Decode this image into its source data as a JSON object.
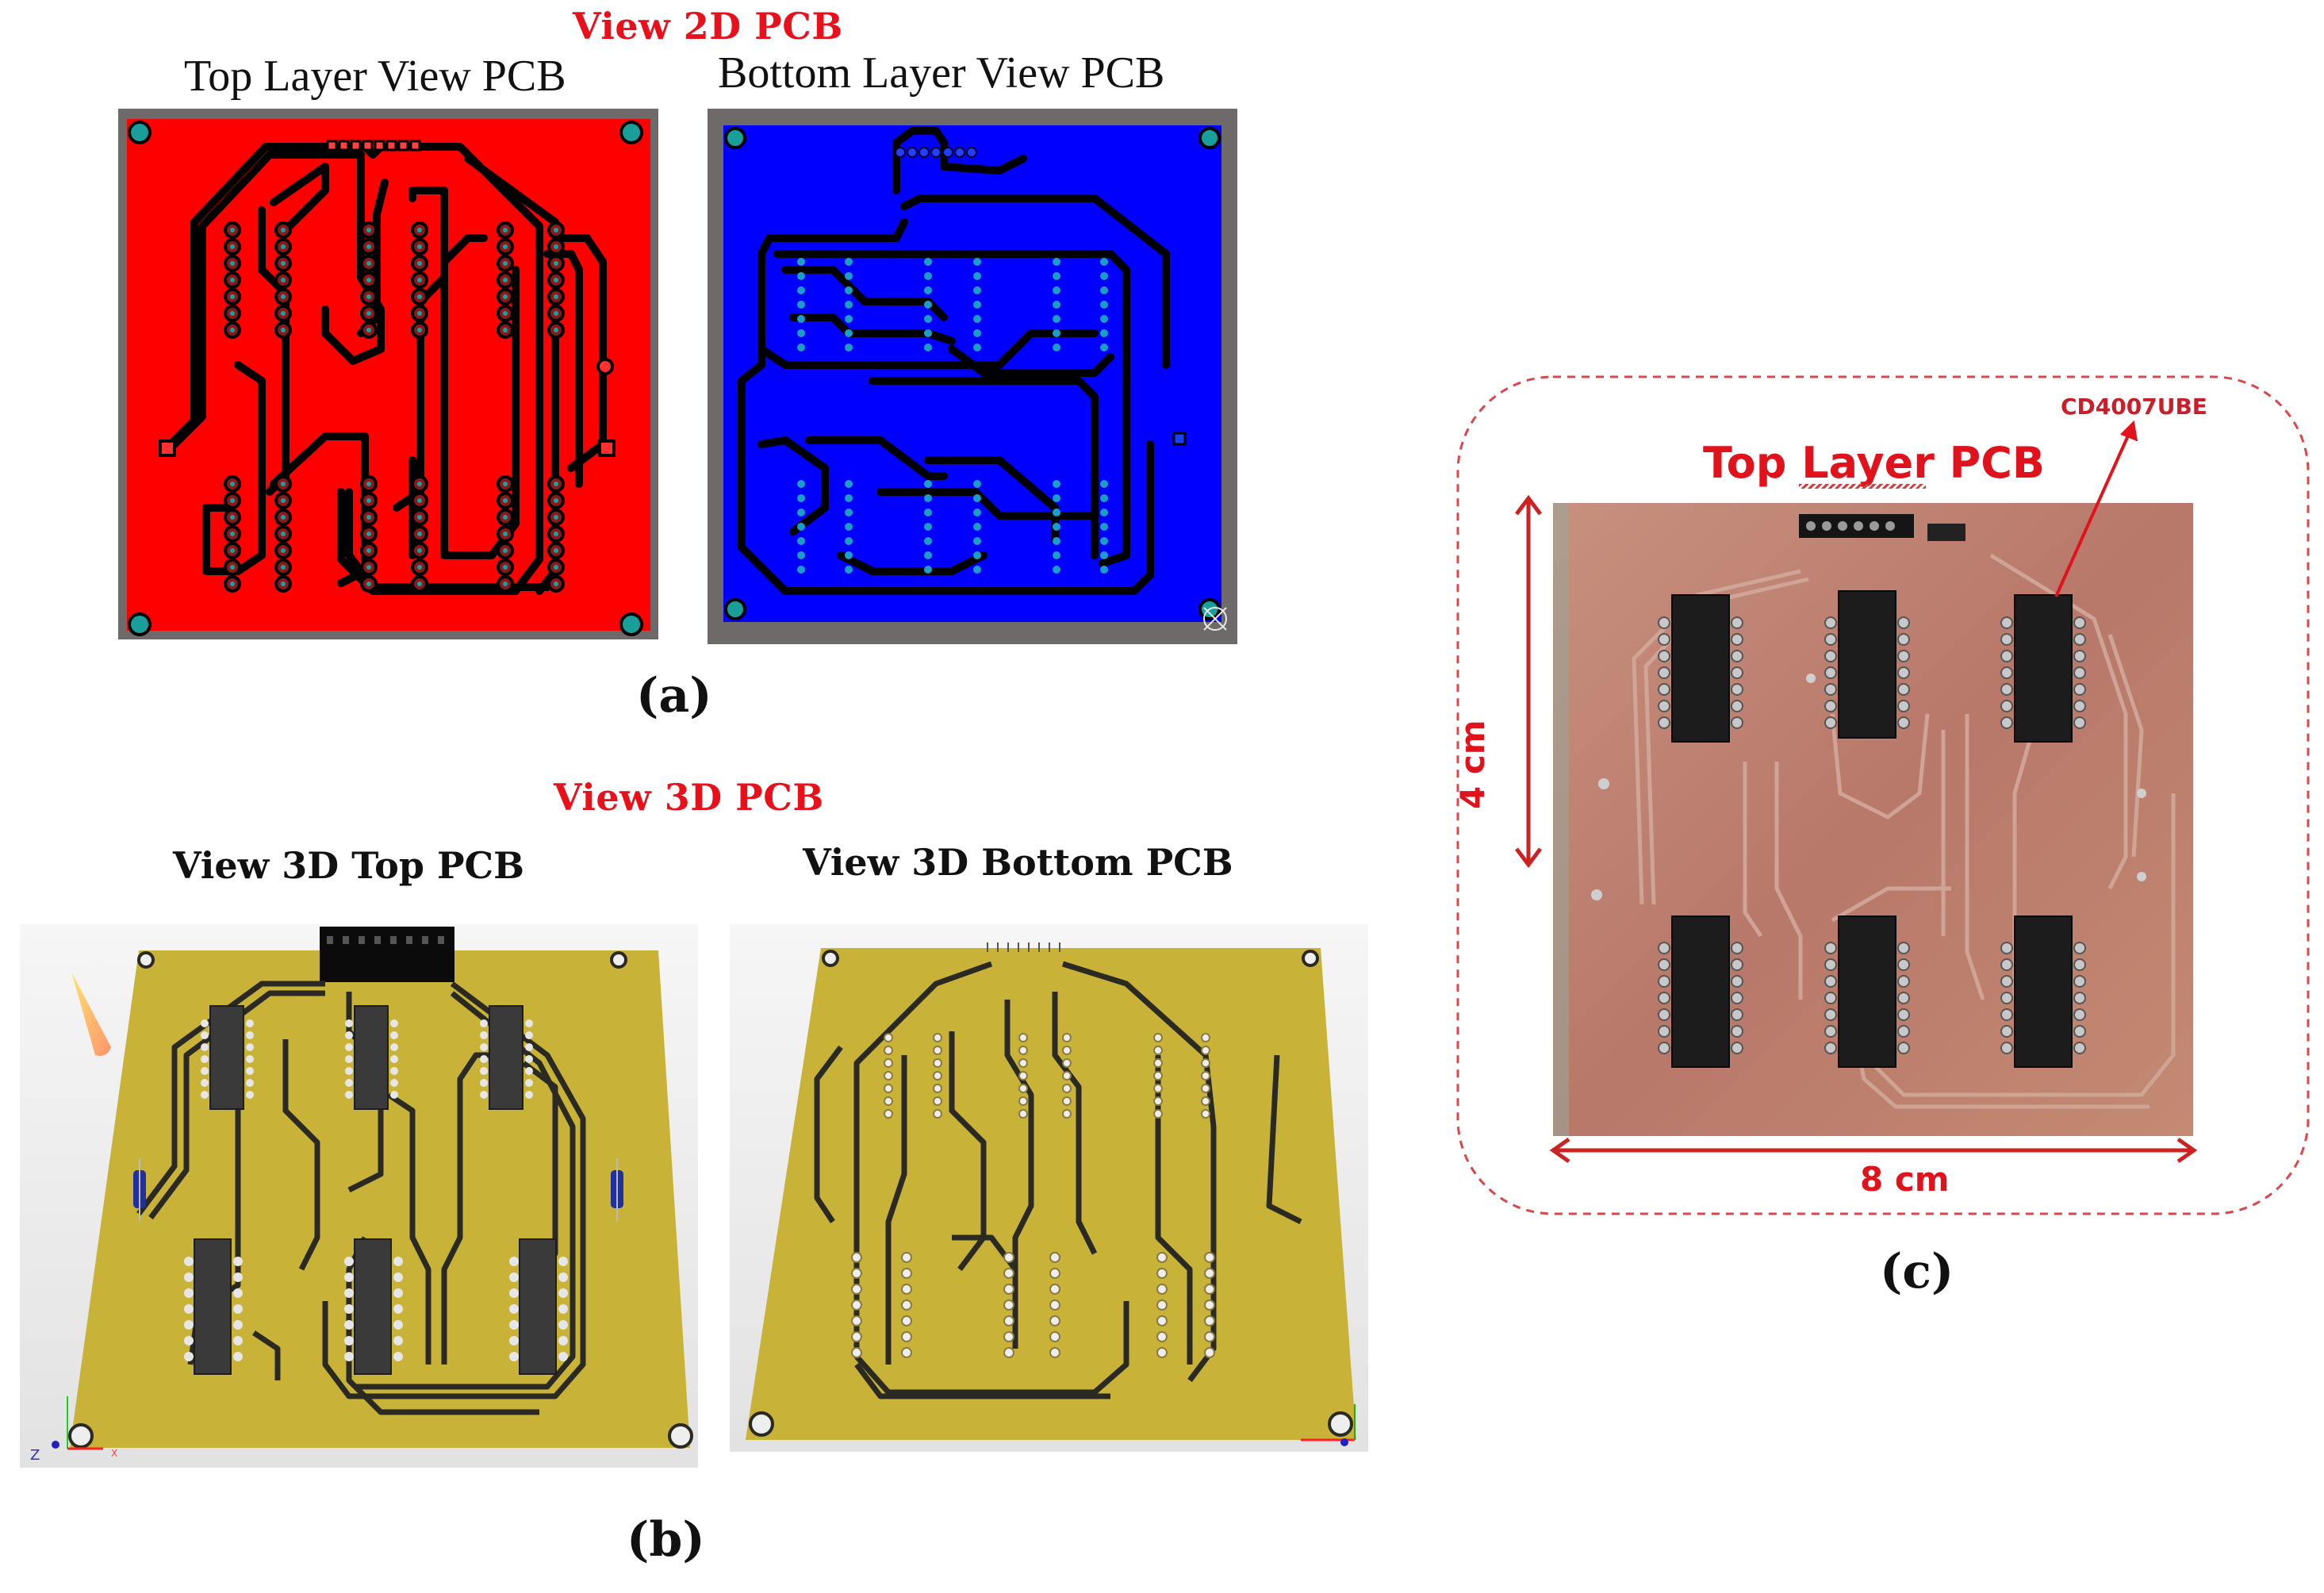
{
  "figure": {
    "panel_a": {
      "title": "View 2D PCB",
      "top_layer_label": "Top Layer View PCB",
      "bottom_layer_label": "Bottom Layer View PCB",
      "caption": "(a)",
      "colors": {
        "top_layer": "#ff0000",
        "bottom_layer": "#0000ff",
        "frame": "#6e6a6a",
        "trace": "#000000",
        "mount_hole": "#1a9e9a"
      }
    },
    "panel_b": {
      "title": "View 3D PCB",
      "top_label": "View 3D Top PCB",
      "bottom_label": "View 3D Bottom PCB",
      "caption": "(b)",
      "axis_labels": {
        "z": "Z",
        "x": "X"
      },
      "colors": {
        "board": "#c8b237",
        "trace": "#2a2a22",
        "ic": "#3a3a3a"
      }
    },
    "panel_c": {
      "title": "Top Layer PCB",
      "part_label": "CD4007UBE",
      "height_label": "4 cm",
      "width_label": "8 cm",
      "caption": "(c)",
      "colors": {
        "annotation": "#e0121c",
        "copper": "#b87a6a"
      }
    }
  }
}
